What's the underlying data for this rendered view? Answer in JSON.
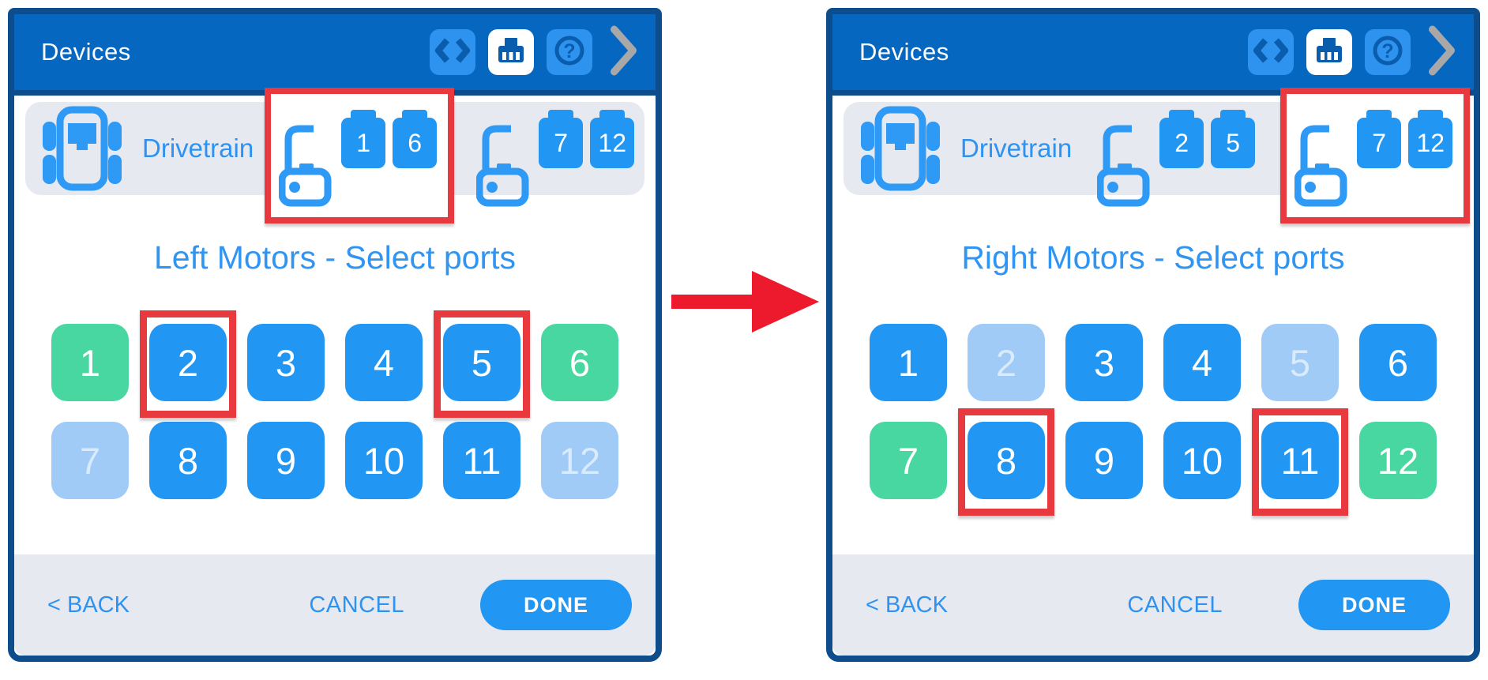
{
  "colors": {
    "header_blue": "#0667c0",
    "panel_border": "#0d4d8c",
    "tile_blue": "#2e93ee",
    "glyph_blue": "#0a5cad",
    "row_gray": "#e7e9f0",
    "footer_gray": "#e7e9f0",
    "label_blue": "#2e93f0",
    "title_blue": "#3095f2",
    "icon_blue": "#2e9af5",
    "port_blue": "#2196f3",
    "port_green": "#48d7a1",
    "port_light": "#9fcbf6",
    "port_light_text": "#d9ebfc",
    "red_box": "#e8393e",
    "arrow_red": "#ec1a2c",
    "chevron_gray": "#a8a8a8",
    "faded_icon": "#b9d6f4"
  },
  "transition_arrow": {
    "direction": "right"
  },
  "panels": [
    {
      "side": "left",
      "header": {
        "title": "Devices"
      },
      "drivetrain": {
        "label": "Drivetrain",
        "motor_groups": [
          {
            "name": "left-motors",
            "ports": [
              "1",
              "6"
            ],
            "highlighted": true
          },
          {
            "name": "right-motors",
            "ports": [
              "7",
              "12"
            ],
            "highlighted": false
          }
        ]
      },
      "title": "Left Motors - Select ports",
      "ports": [
        {
          "label": "1",
          "state": "selected",
          "boxed": false
        },
        {
          "label": "2",
          "state": "available",
          "boxed": true
        },
        {
          "label": "3",
          "state": "available",
          "boxed": false
        },
        {
          "label": "4",
          "state": "available",
          "boxed": false
        },
        {
          "label": "5",
          "state": "available",
          "boxed": true
        },
        {
          "label": "6",
          "state": "selected",
          "boxed": false
        },
        {
          "label": "7",
          "state": "unavailable",
          "boxed": false
        },
        {
          "label": "8",
          "state": "available",
          "boxed": false
        },
        {
          "label": "9",
          "state": "available",
          "boxed": false
        },
        {
          "label": "10",
          "state": "available",
          "boxed": false
        },
        {
          "label": "11",
          "state": "available",
          "boxed": false
        },
        {
          "label": "12",
          "state": "unavailable",
          "boxed": false
        }
      ],
      "footer": {
        "back_label": "< BACK",
        "cancel_label": "CANCEL",
        "done_label": "DONE"
      }
    },
    {
      "side": "right",
      "header": {
        "title": "Devices"
      },
      "drivetrain": {
        "label": "Drivetrain",
        "motor_groups": [
          {
            "name": "left-motors",
            "ports": [
              "2",
              "5"
            ],
            "highlighted": false
          },
          {
            "name": "right-motors",
            "ports": [
              "7",
              "12"
            ],
            "highlighted": true
          }
        ]
      },
      "title": "Right Motors - Select ports",
      "ports": [
        {
          "label": "1",
          "state": "available",
          "boxed": false
        },
        {
          "label": "2",
          "state": "unavailable",
          "boxed": false
        },
        {
          "label": "3",
          "state": "available",
          "boxed": false
        },
        {
          "label": "4",
          "state": "available",
          "boxed": false
        },
        {
          "label": "5",
          "state": "unavailable",
          "boxed": false
        },
        {
          "label": "6",
          "state": "available",
          "boxed": false
        },
        {
          "label": "7",
          "state": "selected",
          "boxed": false
        },
        {
          "label": "8",
          "state": "available",
          "boxed": true
        },
        {
          "label": "9",
          "state": "available",
          "boxed": false
        },
        {
          "label": "10",
          "state": "available",
          "boxed": false
        },
        {
          "label": "11",
          "state": "available",
          "boxed": true
        },
        {
          "label": "12",
          "state": "selected",
          "boxed": false
        }
      ],
      "footer": {
        "back_label": "< BACK",
        "cancel_label": "CANCEL",
        "done_label": "DONE"
      }
    }
  ]
}
